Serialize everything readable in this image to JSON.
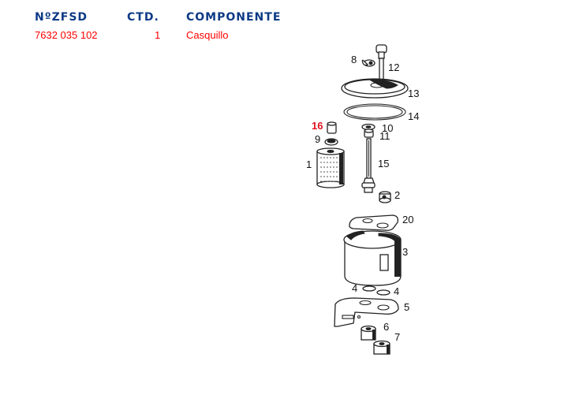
{
  "table": {
    "headers": {
      "number": "NºZFSD",
      "quantity": "CTD.",
      "component": "COMPONENTE"
    },
    "row": {
      "number": "7632 035 102",
      "quantity": "1",
      "component": "Casquillo"
    }
  },
  "colors": {
    "header": "#0d3a86",
    "value": "#ff0000",
    "highlight_label": "#e0141e"
  },
  "diagram": {
    "highlighted_part": "16",
    "labels": [
      {
        "id": "8",
        "text": "8"
      },
      {
        "id": "12",
        "text": "12"
      },
      {
        "id": "13",
        "text": "13"
      },
      {
        "id": "14",
        "text": "14"
      },
      {
        "id": "16",
        "text": "16"
      },
      {
        "id": "10",
        "text": "10"
      },
      {
        "id": "9",
        "text": "9"
      },
      {
        "id": "11",
        "text": "11"
      },
      {
        "id": "1",
        "text": "1"
      },
      {
        "id": "15",
        "text": "15"
      },
      {
        "id": "2",
        "text": "2"
      },
      {
        "id": "20",
        "text": "20"
      },
      {
        "id": "3",
        "text": "3"
      },
      {
        "id": "4a",
        "text": "4"
      },
      {
        "id": "4b",
        "text": "4"
      },
      {
        "id": "5",
        "text": "5"
      },
      {
        "id": "6",
        "text": "6"
      },
      {
        "id": "7",
        "text": "7"
      }
    ]
  }
}
